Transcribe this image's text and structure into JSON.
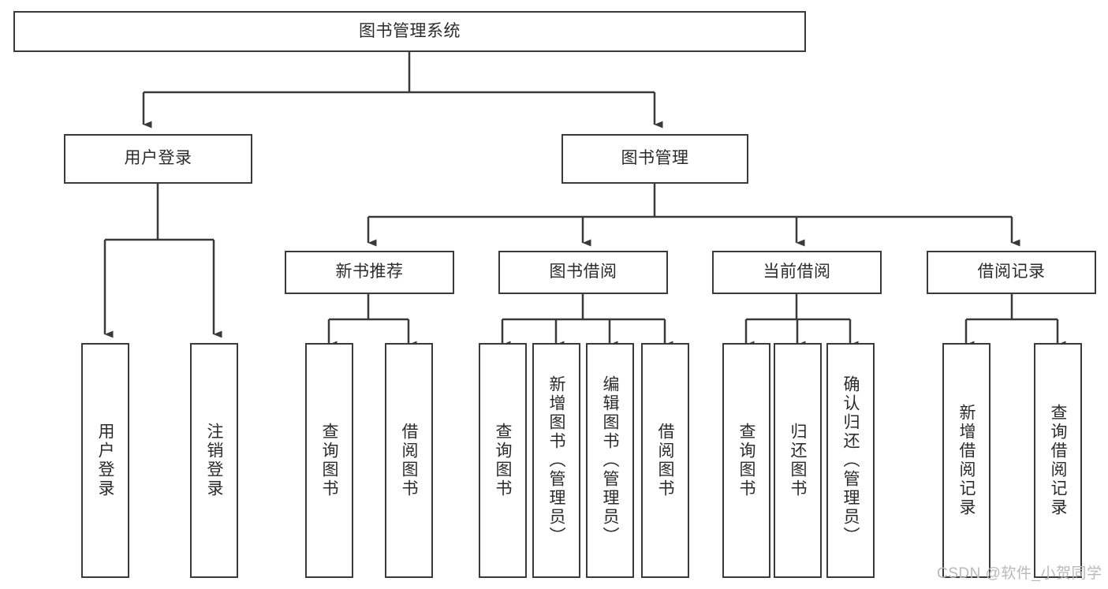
{
  "diagram": {
    "type": "tree",
    "orientation": "top-down",
    "root": {
      "id": "root",
      "label": "图书管理系统"
    },
    "level2": [
      {
        "id": "user-login",
        "label": "用户登录"
      },
      {
        "id": "book-manage",
        "label": "图书管理"
      }
    ],
    "level3": [
      {
        "id": "new-book-recommend",
        "label": "新书推荐",
        "parent": "book-manage"
      },
      {
        "id": "book-borrow",
        "label": "图书借阅",
        "parent": "book-manage"
      },
      {
        "id": "current-borrow",
        "label": "当前借阅",
        "parent": "book-manage"
      },
      {
        "id": "borrow-record",
        "label": "借阅记录",
        "parent": "book-manage"
      }
    ],
    "leaves": {
      "user-login": [
        {
          "id": "leaf-user-login",
          "label": "用户登录"
        },
        {
          "id": "leaf-logout-login",
          "label": "注销登录"
        }
      ],
      "new-book-recommend": [
        {
          "id": "leaf-query-book-1",
          "label": "查询图书"
        },
        {
          "id": "leaf-borrow-book-1",
          "label": "借阅图书"
        }
      ],
      "book-borrow": [
        {
          "id": "leaf-query-book-2",
          "label": "查询图书"
        },
        {
          "id": "leaf-add-book-admin",
          "label": "新增图书（管理员）"
        },
        {
          "id": "leaf-edit-book-admin",
          "label": "编辑图书（管理员）"
        },
        {
          "id": "leaf-borrow-book-2",
          "label": "借阅图书"
        }
      ],
      "current-borrow": [
        {
          "id": "leaf-query-book-3",
          "label": "查询图书"
        },
        {
          "id": "leaf-return-book",
          "label": "归还图书"
        },
        {
          "id": "leaf-confirm-return-admin",
          "label": "确认归还（管理员）"
        }
      ],
      "borrow-record": [
        {
          "id": "leaf-add-borrow-record",
          "label": "新增借阅记录"
        },
        {
          "id": "leaf-query-borrow-record",
          "label": "查询借阅记录"
        }
      ]
    },
    "colors": {
      "stroke": "#3a3a3a",
      "fill": "#ffffff",
      "text": "#2b2b2b",
      "watermark": "#b9b9b9"
    }
  },
  "watermark": {
    "text": "CSDN @软件_小贺同学"
  }
}
